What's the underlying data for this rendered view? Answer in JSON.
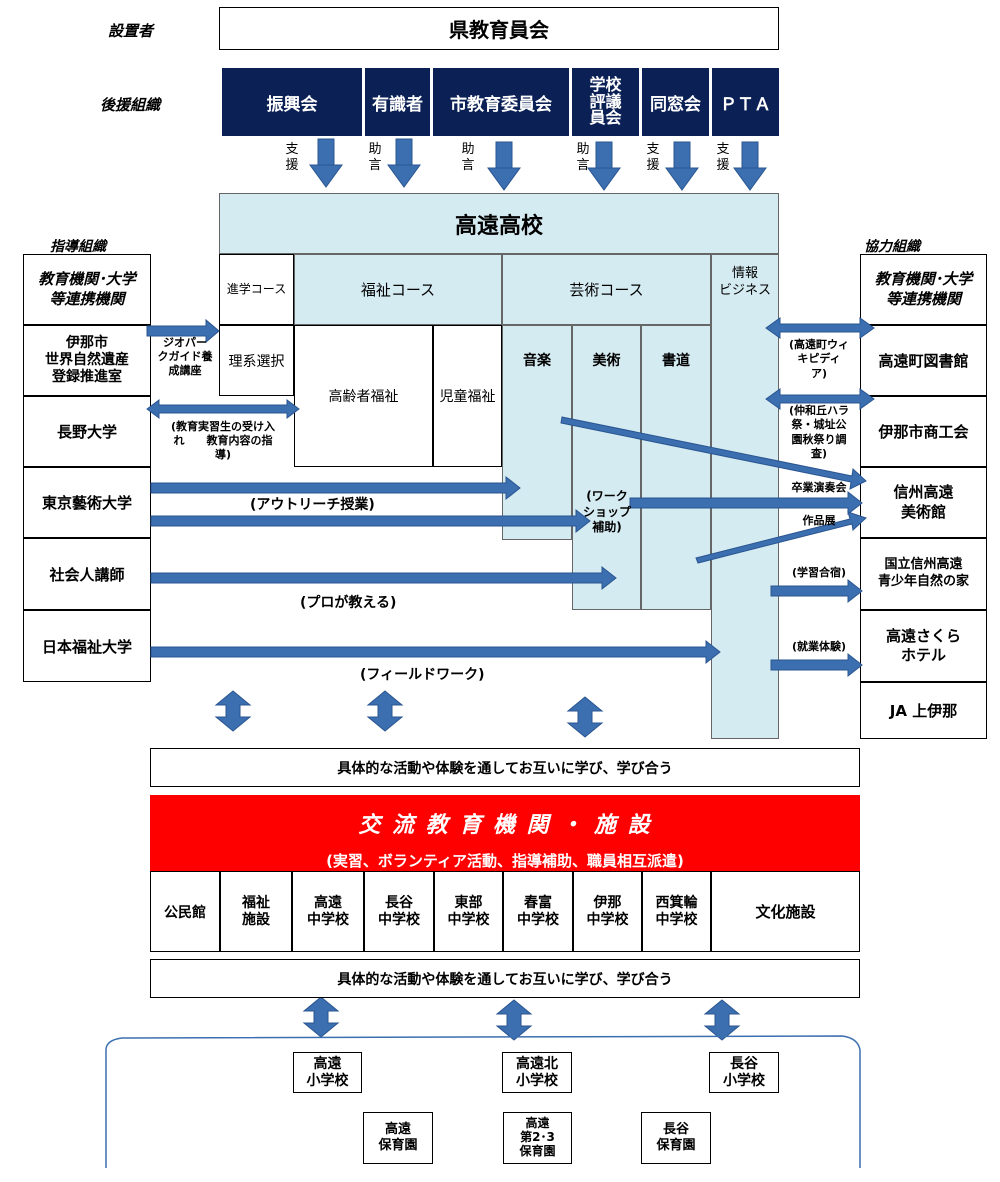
{
  "colors": {
    "navy": "#0b2155",
    "light_blue": "#d5ebf2",
    "arrow_blue": "#3b6fb0",
    "red": "#ff0000"
  },
  "labels": {
    "founder": "設置者",
    "supporters": "後援組織",
    "guidance": "指導組織",
    "cooperation": "協力組織"
  },
  "board": "県教育員会",
  "support_orgs": [
    "振興会",
    "有識者",
    "市教育委員会",
    "学校\n評議\n員会",
    "同窓会",
    "ＰＴＡ"
  ],
  "support_verbs": [
    "支\n援",
    "助\n言",
    "助\n言",
    "助\n言",
    "支\n援",
    "支\n援"
  ],
  "school": {
    "name": "高遠高校",
    "courses": {
      "shingaku": "進学コース",
      "fukushi": "福祉コース",
      "geijutsu": "芸術コース",
      "joho": "情報\nビジネス"
    },
    "subs": {
      "rikei": "理系選択",
      "koreisha": "高齢者福祉",
      "jido": "児童福祉",
      "ongaku": "音楽",
      "bijutsu": "美術",
      "shodo": "書道"
    }
  },
  "guidance_orgs": [
    "教育機関･大学\n等連携機関",
    "伊那市\n世界自然遺産\n登録推進室",
    "長野大学",
    "東京藝術大学",
    "社会人講師",
    "日本福祉大学"
  ],
  "cooperation_orgs": [
    "教育機関･大学\n等連携機関",
    "高遠町図書館",
    "伊那市商工会",
    "信州高遠\n美術館",
    "国立信州高遠\n青少年自然の家",
    "高遠さくら\nホテル",
    "JA 上伊那"
  ],
  "annotations": {
    "geopark": "ジオパー\nクガイド養\n成講座",
    "kyoiku_jisshu": "(教育実習生の受け入\nれ　　教育内容の指\n導)",
    "outreach": "(アウトリーチ授業)",
    "workshop": "(ワーク\nショップ\n補助)",
    "pro": "(プロが教える)",
    "fieldwork": "(フィールドワーク)",
    "wikipedia": "(高遠町ウィ\nキピディ\nア)",
    "matsuri": "(仲和丘ハラ\n祭・城址公\n園秋祭り調\n査)",
    "sotsugyo": "卒業演奏会",
    "sakuhin": "作品展",
    "gakushu": "(学習合宿)",
    "shugyo": "(就業体験)"
  },
  "mutual_text_1": "具体的な活動や体験を通してお互いに学び、学び合う",
  "exchange": {
    "title": "交 流 教 育 機 関 ・ 施 設",
    "subtitle": "(実習、ボランティア活動、指導補助、職員相互派遣)"
  },
  "facilities": [
    "公民館",
    "福祉\n施設",
    "高遠\n中学校",
    "長谷\n中学校",
    "東部\n中学校",
    "春富\n中学校",
    "伊那\n中学校",
    "西箕輪\n中学校",
    "文化施設"
  ],
  "mutual_text_2": "具体的な活動や体験を通してお互いに学び、学び合う",
  "elementary": [
    "高遠\n小学校",
    "高遠北\n小学校",
    "長谷\n小学校"
  ],
  "nursery": [
    "高遠\n保育園",
    "高遠\n第2･3\n保育園",
    "長谷\n保育園"
  ]
}
